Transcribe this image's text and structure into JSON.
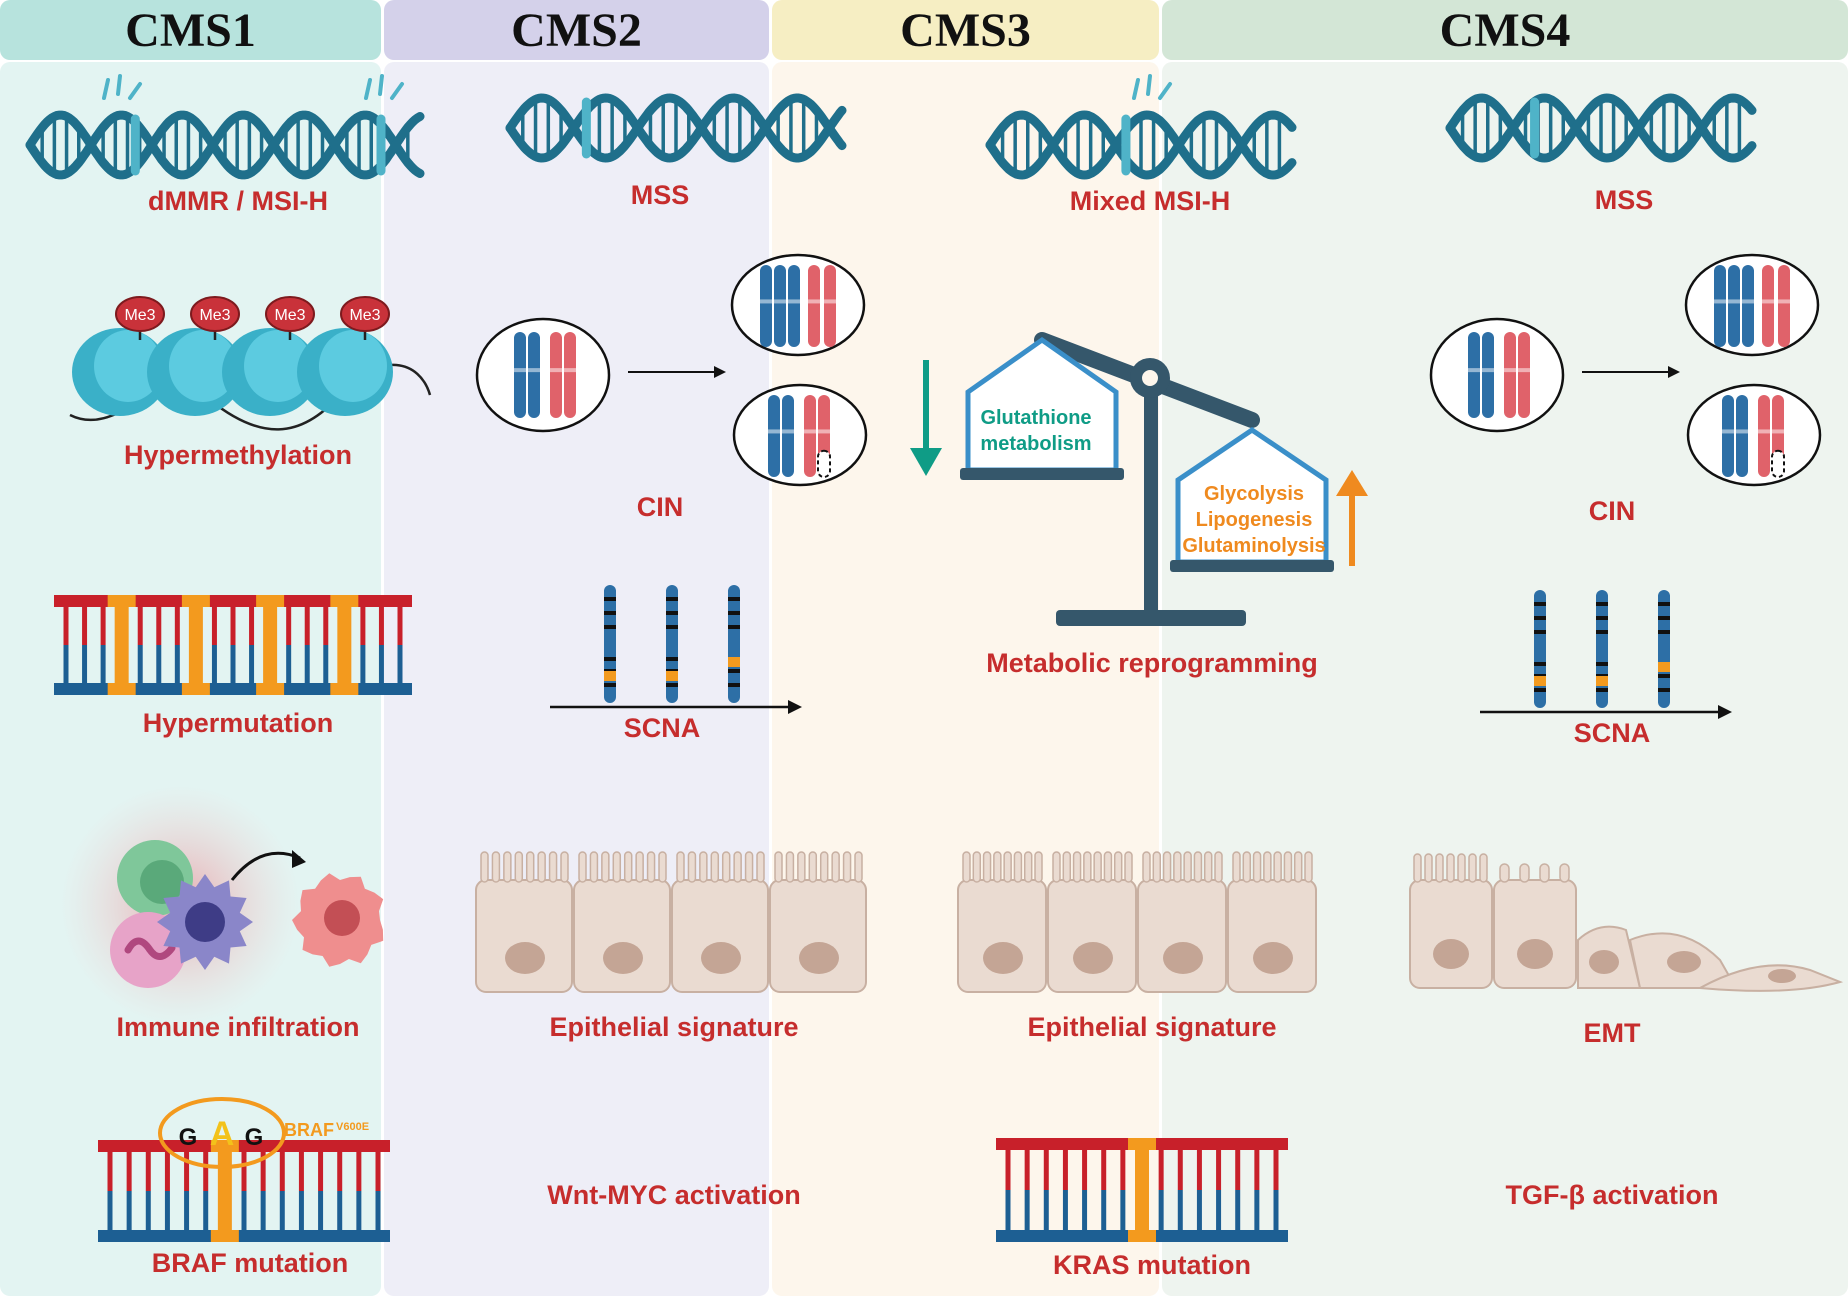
{
  "colors": {
    "label_red": "#c62d2d",
    "dna_blue": "#1f6f8b",
    "accent_cyan": "#4fb3c8",
    "bar_red": "#c8202a",
    "bar_blue": "#1d5f93",
    "bar_orange": "#f39a1e",
    "chrom_blue": "#2d6fa6",
    "chrom_red": "#e0626a",
    "teal": "#0f9c86",
    "orange": "#ef8a1f",
    "scale_dark": "#35576b"
  },
  "columns": [
    {
      "title": "CMS1",
      "head_color": "#b7e3dd",
      "bg_color": "#e3f4f2",
      "rows": [
        "dMMR / MSI-H",
        "Hypermethylation",
        "Hypermutation",
        "Immune infiltration",
        "BRAF mutation"
      ],
      "histone_marks": [
        "Me3",
        "Me3",
        "Me3",
        "Me3"
      ],
      "codon": [
        "G",
        "A",
        "G"
      ],
      "braf_label": "BRAF",
      "braf_variant": "V600E"
    },
    {
      "title": "CMS2",
      "head_color": "#d4d1ea",
      "bg_color": "#eeeef7",
      "rows": [
        "MSS",
        "CIN",
        "SCNA",
        "Epithelial signature",
        "Wnt-MYC activation"
      ]
    },
    {
      "title": "CMS3",
      "head_color": "#f6eec3",
      "bg_color": "#fdf6ec",
      "rows": [
        "Mixed MSI-H",
        "Metabolic reprogramming",
        "Epithelial signature",
        "KRAS mutation"
      ],
      "scale_left": [
        "Glutathione",
        "metabolism"
      ],
      "scale_right": [
        "Glycolysis",
        "Lipogenesis",
        "Glutaminolysis"
      ]
    },
    {
      "title": "CMS4",
      "head_color": "#d3e6d6",
      "bg_color": "#eef4ef",
      "rows": [
        "MSS",
        "CIN",
        "SCNA",
        "EMT",
        "TGF-β activation"
      ]
    }
  ]
}
